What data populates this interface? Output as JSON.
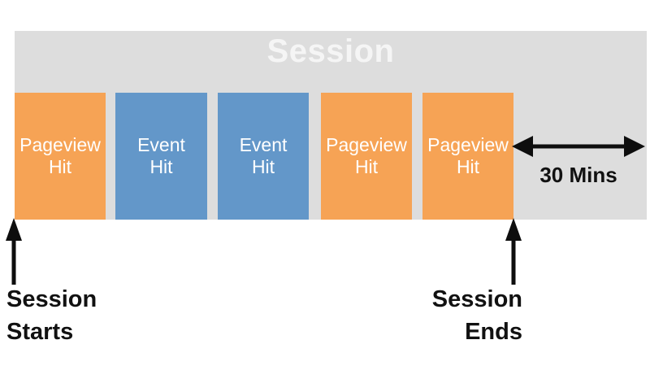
{
  "colors": {
    "orange": "#F6A355",
    "blue": "#6397C9",
    "gray": "#DDDDDD",
    "title_text": "#F5F5F5",
    "hit_text": "#FFFFFF",
    "label_text": "#111111",
    "arrow": "#0E0E0E"
  },
  "session_bar": {
    "label": "Session"
  },
  "hits": [
    {
      "type": "pageview",
      "line1": "Pageview",
      "line2": "Hit"
    },
    {
      "type": "event",
      "line1": "Event",
      "line2": "Hit"
    },
    {
      "type": "event",
      "line1": "Event",
      "line2": "Hit"
    },
    {
      "type": "pageview",
      "line1": "Pageview",
      "line2": "Hit"
    },
    {
      "type": "pageview",
      "line1": "Pageview",
      "line2": "Hit"
    }
  ],
  "timeout": {
    "label": "30 Mins"
  },
  "annotations": {
    "start": {
      "line1": "Session",
      "line2": "Starts"
    },
    "end": {
      "line1": "Session",
      "line2": "Ends"
    }
  }
}
